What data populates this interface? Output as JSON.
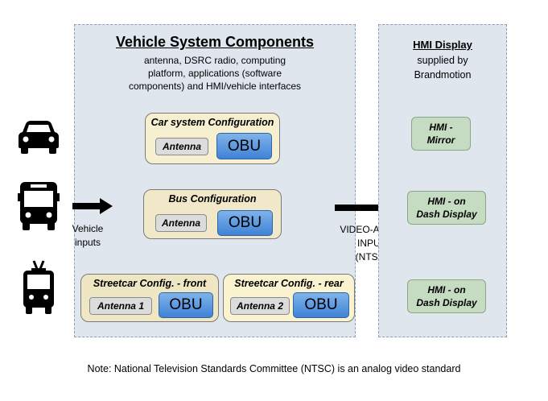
{
  "vehicle_panel": {
    "title": "Vehicle System Components",
    "desc_line1": "antenna, DSRC radio, computing",
    "desc_line2": "platform, applications (software",
    "desc_line3": "components) and HMI/vehicle interfaces"
  },
  "configs": {
    "car": {
      "title": "Car system Configuration",
      "antenna": "Antenna",
      "obu": "OBU"
    },
    "bus": {
      "title": "Bus Configuration",
      "antenna": "Antenna",
      "obu": "OBU"
    },
    "streetcar_front": {
      "title": "Streetcar Config. - front",
      "antenna": "Antenna 1",
      "obu": "OBU"
    },
    "streetcar_rear": {
      "title": "Streetcar Config. - rear",
      "antenna": "Antenna 2",
      "obu": "OBU"
    }
  },
  "vehicle_inputs": {
    "line1": "Vehicle",
    "line2": "inputs"
  },
  "video_audio": {
    "line1": "VIDEO-AUDIO",
    "line2": "INPUT",
    "line3": "(NTSC)"
  },
  "hmi_panel": {
    "title": "HMI Display",
    "sub_line1": "supplied by",
    "sub_line2": "Brandmotion",
    "boxes": [
      {
        "line1": "HMI  -",
        "line2": "Mirror"
      },
      {
        "line1": "HMI  - on",
        "line2": "Dash Display"
      },
      {
        "line1": "HMI  - on",
        "line2": "Dash Display"
      }
    ]
  },
  "icons": [
    "car-icon",
    "bus-icon",
    "streetcar-icon"
  ],
  "note": "Note: National Television Standards Committee (NTSC) is an analog video standard"
}
